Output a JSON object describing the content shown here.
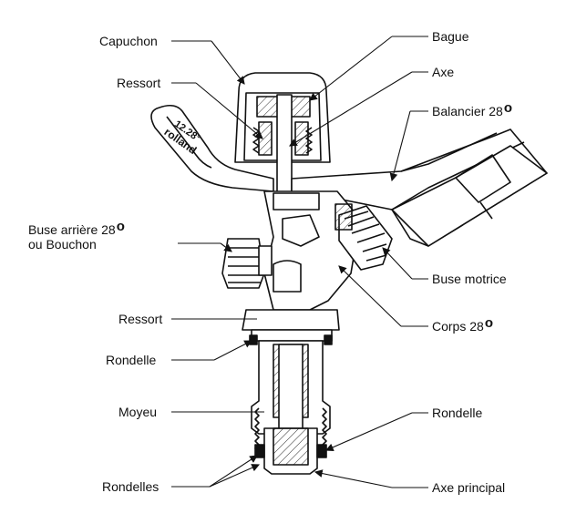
{
  "labels": {
    "capuchon": "Capuchon",
    "ressort_top": "Ressort",
    "buse_arriere_line1": "Buse arrière  28",
    "buse_arriere_line2": "ou Bouchon",
    "ressort_mid": "Ressort",
    "rondelle_left": "Rondelle",
    "moyeu": "Moyeu",
    "rondelles": "Rondelles",
    "bague": "Bague",
    "axe": "Axe",
    "balancier": "Balancier  28",
    "buse_motrice": "Buse motrice",
    "corps": "Corps  28",
    "rondelle_right": "Rondelle",
    "axe_principal": "Axe principal",
    "degree_symbol": "o"
  },
  "logo_text": {
    "angle": "12.28°",
    "brand": "rolland"
  }
}
